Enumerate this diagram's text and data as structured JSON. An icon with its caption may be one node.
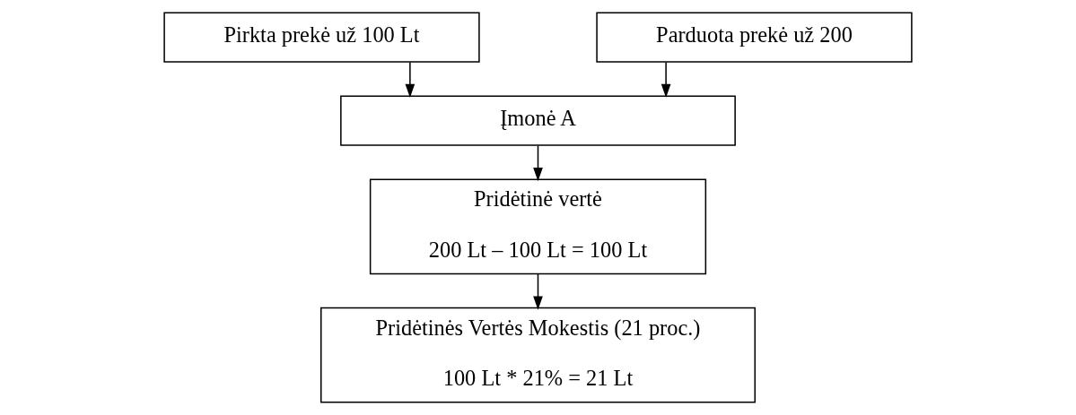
{
  "diagram": {
    "nodes": [
      {
        "text": [
          "Pirkta prekė už 100 Lt"
        ]
      },
      {
        "text": [
          "Parduota prekė už 200"
        ]
      },
      {
        "text": [
          "Įmonė A"
        ]
      },
      {
        "text": [
          "Pridėtinė vertė",
          "200 Lt – 100 Lt = 100 Lt"
        ]
      },
      {
        "text": [
          "Pridėtinės Vertės Mokestis (21 proc.)",
          "100 Lt * 21% = 21 Lt"
        ]
      }
    ],
    "edges": [
      {
        "from": 0,
        "to": 2,
        "arrow": "to"
      },
      {
        "from": 1,
        "to": 2,
        "arrow": "to"
      },
      {
        "from": 2,
        "to": 3,
        "arrow": "to"
      },
      {
        "from": 3,
        "to": 4,
        "arrow": "to"
      }
    ]
  }
}
